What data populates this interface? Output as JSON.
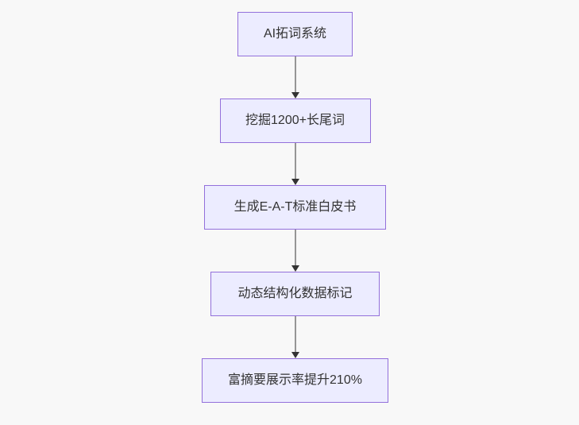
{
  "diagram": {
    "type": "flowchart-top-down",
    "nodes": [
      {
        "id": "A",
        "label": "AI拓词系统"
      },
      {
        "id": "B",
        "label": "挖掘1200+长尾词"
      },
      {
        "id": "C",
        "label": "生成E-A-T标准白皮书"
      },
      {
        "id": "D",
        "label": "动态结构化数据标记"
      },
      {
        "id": "E",
        "label": "富摘要展示率提升210%"
      }
    ],
    "edges": [
      {
        "from": "A",
        "to": "B"
      },
      {
        "from": "B",
        "to": "C"
      },
      {
        "from": "C",
        "to": "D"
      },
      {
        "from": "D",
        "to": "E"
      }
    ],
    "colors": {
      "node_fill": "#ECECFF",
      "node_border": "#9370DB",
      "arrow": "#333333",
      "text": "#333333",
      "background": "#f8f8f8"
    }
  }
}
